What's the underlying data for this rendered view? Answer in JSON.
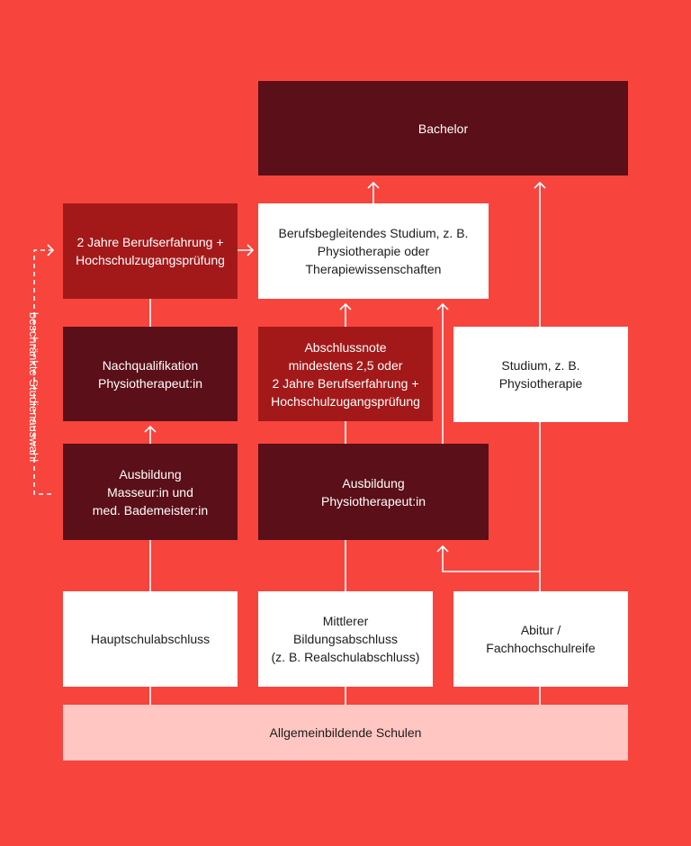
{
  "boxes": {
    "bachelor": "Bachelor",
    "berufserfahrung_hzp": "2 Jahre Berufserfahrung +\nHochschulzugangsprüfung",
    "berufsbegleitend": "Berufsbegleitendes Studium, z. B.\nPhysiotherapie oder\nTherapiewissenschaften",
    "nachqualifikation": "Nachqualifikation\nPhysiotherapeut:in",
    "abschlussnote": "Abschlussnote\nmindestens 2,5 oder\n2 Jahre Berufserfahrung +\nHochschulzugangsprüfung",
    "studium": "Studium, z. B.\nPhysiotherapie",
    "ausbildung_masseur": "Ausbildung\nMasseur:in und\nmed. Bademeister:in",
    "ausbildung_physio": "Ausbildung\nPhysiotherapeut:in",
    "hauptschul": "Hauptschulabschluss",
    "mittlerer": "Mittlerer\nBildungsabschluss\n(z. B. Realschulabschluss)",
    "abitur": "Abitur /\nFachhochschulreife",
    "allgemein": "Allgemeinbildende Schulen"
  },
  "side_label": "beschränkte Studienauswahl",
  "colors": {
    "background": "#f7443d",
    "dark": "#5b0f18",
    "mid": "#a31919",
    "white": "#ffffff",
    "pink": "#ffc6c2"
  }
}
